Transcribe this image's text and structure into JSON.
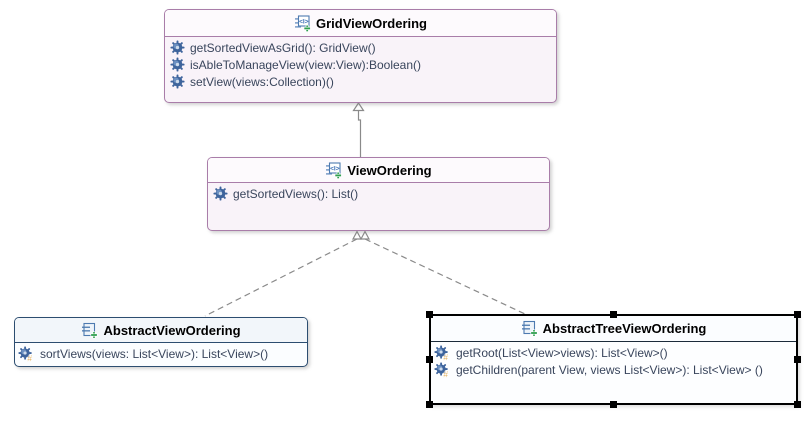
{
  "diagram": {
    "background": "#ffffff",
    "connector_color": "#8a8a8a",
    "colors": {
      "interface_border": "#a97da9",
      "interface_header_fill": "#fdfafd",
      "interface_body_fill": "#f9f3f9",
      "class_border": "#2c4d70",
      "class_header_fill": "#f2f6fa",
      "class_body_fill": "#fbfdff",
      "selected_border": "#000000",
      "selection_handle": "#000000",
      "title_text": "#000000",
      "method_text": "#39455c",
      "gear_blue": "#3e649c",
      "hash_orange": "#d9921f",
      "plus_green": "#2e9e4f"
    },
    "classes": [
      {
        "name": "GridViewOrdering",
        "kind": "interface",
        "icon": "interface-icon",
        "selected": false,
        "methods": [
          {
            "label": "getSortedViewAsGrid(): GridView()",
            "icon": "public-method-gear-icon"
          },
          {
            "label": "isAbleToManageView(view:View):Boolean()",
            "icon": "public-method-gear-icon"
          },
          {
            "label": "setView(views:Collection)()",
            "icon": "public-method-gear-icon"
          }
        ]
      },
      {
        "name": "ViewOrdering",
        "kind": "interface",
        "icon": "interface-icon",
        "selected": false,
        "methods": [
          {
            "label": "getSortedViews(): List()",
            "icon": "public-method-gear-icon"
          }
        ]
      },
      {
        "name": "AbstractViewOrdering",
        "kind": "class",
        "icon": "class-icon",
        "selected": false,
        "methods": [
          {
            "label": "sortViews(views: List<View>): List<View>()",
            "icon": "protected-method-gear-hash-icon"
          }
        ]
      },
      {
        "name": "AbstractTreeViewOrdering",
        "kind": "class",
        "icon": "class-icon",
        "selected": true,
        "methods": [
          {
            "label": "getRoot(List<View>views): List<View>()",
            "icon": "protected-method-gear-hash-icon"
          },
          {
            "label": "getChildren(parent View, views List<View>): List<View> ()",
            "icon": "protected-method-gear-hash-icon"
          }
        ]
      }
    ],
    "relations": [
      {
        "from": "ViewOrdering",
        "to": "GridViewOrdering",
        "type": "generalization",
        "line": "solid",
        "arrowhead": "hollow-triangle"
      },
      {
        "from": "AbstractViewOrdering",
        "to": "ViewOrdering",
        "type": "realization",
        "line": "dashed",
        "arrowhead": "hollow-triangle"
      },
      {
        "from": "AbstractTreeViewOrdering",
        "to": "ViewOrdering",
        "type": "realization",
        "line": "dashed",
        "arrowhead": "hollow-triangle"
      }
    ]
  }
}
